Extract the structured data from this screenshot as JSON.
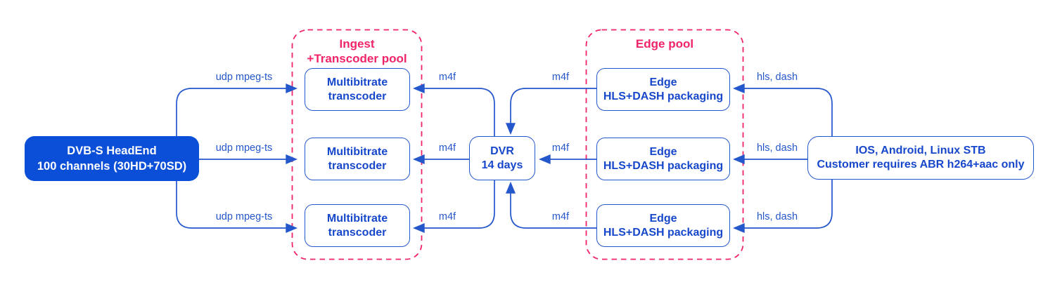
{
  "colors": {
    "accent_blue": "#2456cc",
    "node_text_blue": "#1747cb",
    "headend_fill_blue": "#0b4fd9",
    "pool_pink": "#f12469",
    "background": "#ffffff"
  },
  "nodes": {
    "headend": {
      "line1": "DVB-S HeadEnd",
      "line2": "100 channels (30HD+70SD)"
    },
    "transcoders": [
      {
        "line1": "Multibitrate",
        "line2": "transcoder"
      },
      {
        "line1": "Multibitrate",
        "line2": "transcoder"
      },
      {
        "line1": "Multibitrate",
        "line2": "transcoder"
      }
    ],
    "dvr": {
      "line1": "DVR",
      "line2": "14 days"
    },
    "edges": [
      {
        "line1": "Edge",
        "line2": "HLS+DASH packaging"
      },
      {
        "line1": "Edge",
        "line2": "HLS+DASH packaging"
      },
      {
        "line1": "Edge",
        "line2": "HLS+DASH packaging"
      }
    ],
    "client": {
      "line1": "IOS, Android, Linux STB",
      "line2": "Customer requires ABR h264+aac only"
    }
  },
  "groups": {
    "ingest_pool": {
      "title_line1": "Ingest",
      "title_line2": "+Transcoder pool"
    },
    "edge_pool": {
      "title": "Edge pool"
    }
  },
  "wire_labels": {
    "udp": [
      "udp mpeg-ts",
      "udp mpeg-ts",
      "udp mpeg-ts"
    ],
    "m4f_dvr_to_transcoder": [
      "m4f",
      "m4f",
      "m4f"
    ],
    "m4f_edge_to_dvr": [
      "m4f",
      "m4f",
      "m4f"
    ],
    "hls": [
      "hls, dash",
      "hls, dash",
      "hls, dash"
    ]
  }
}
